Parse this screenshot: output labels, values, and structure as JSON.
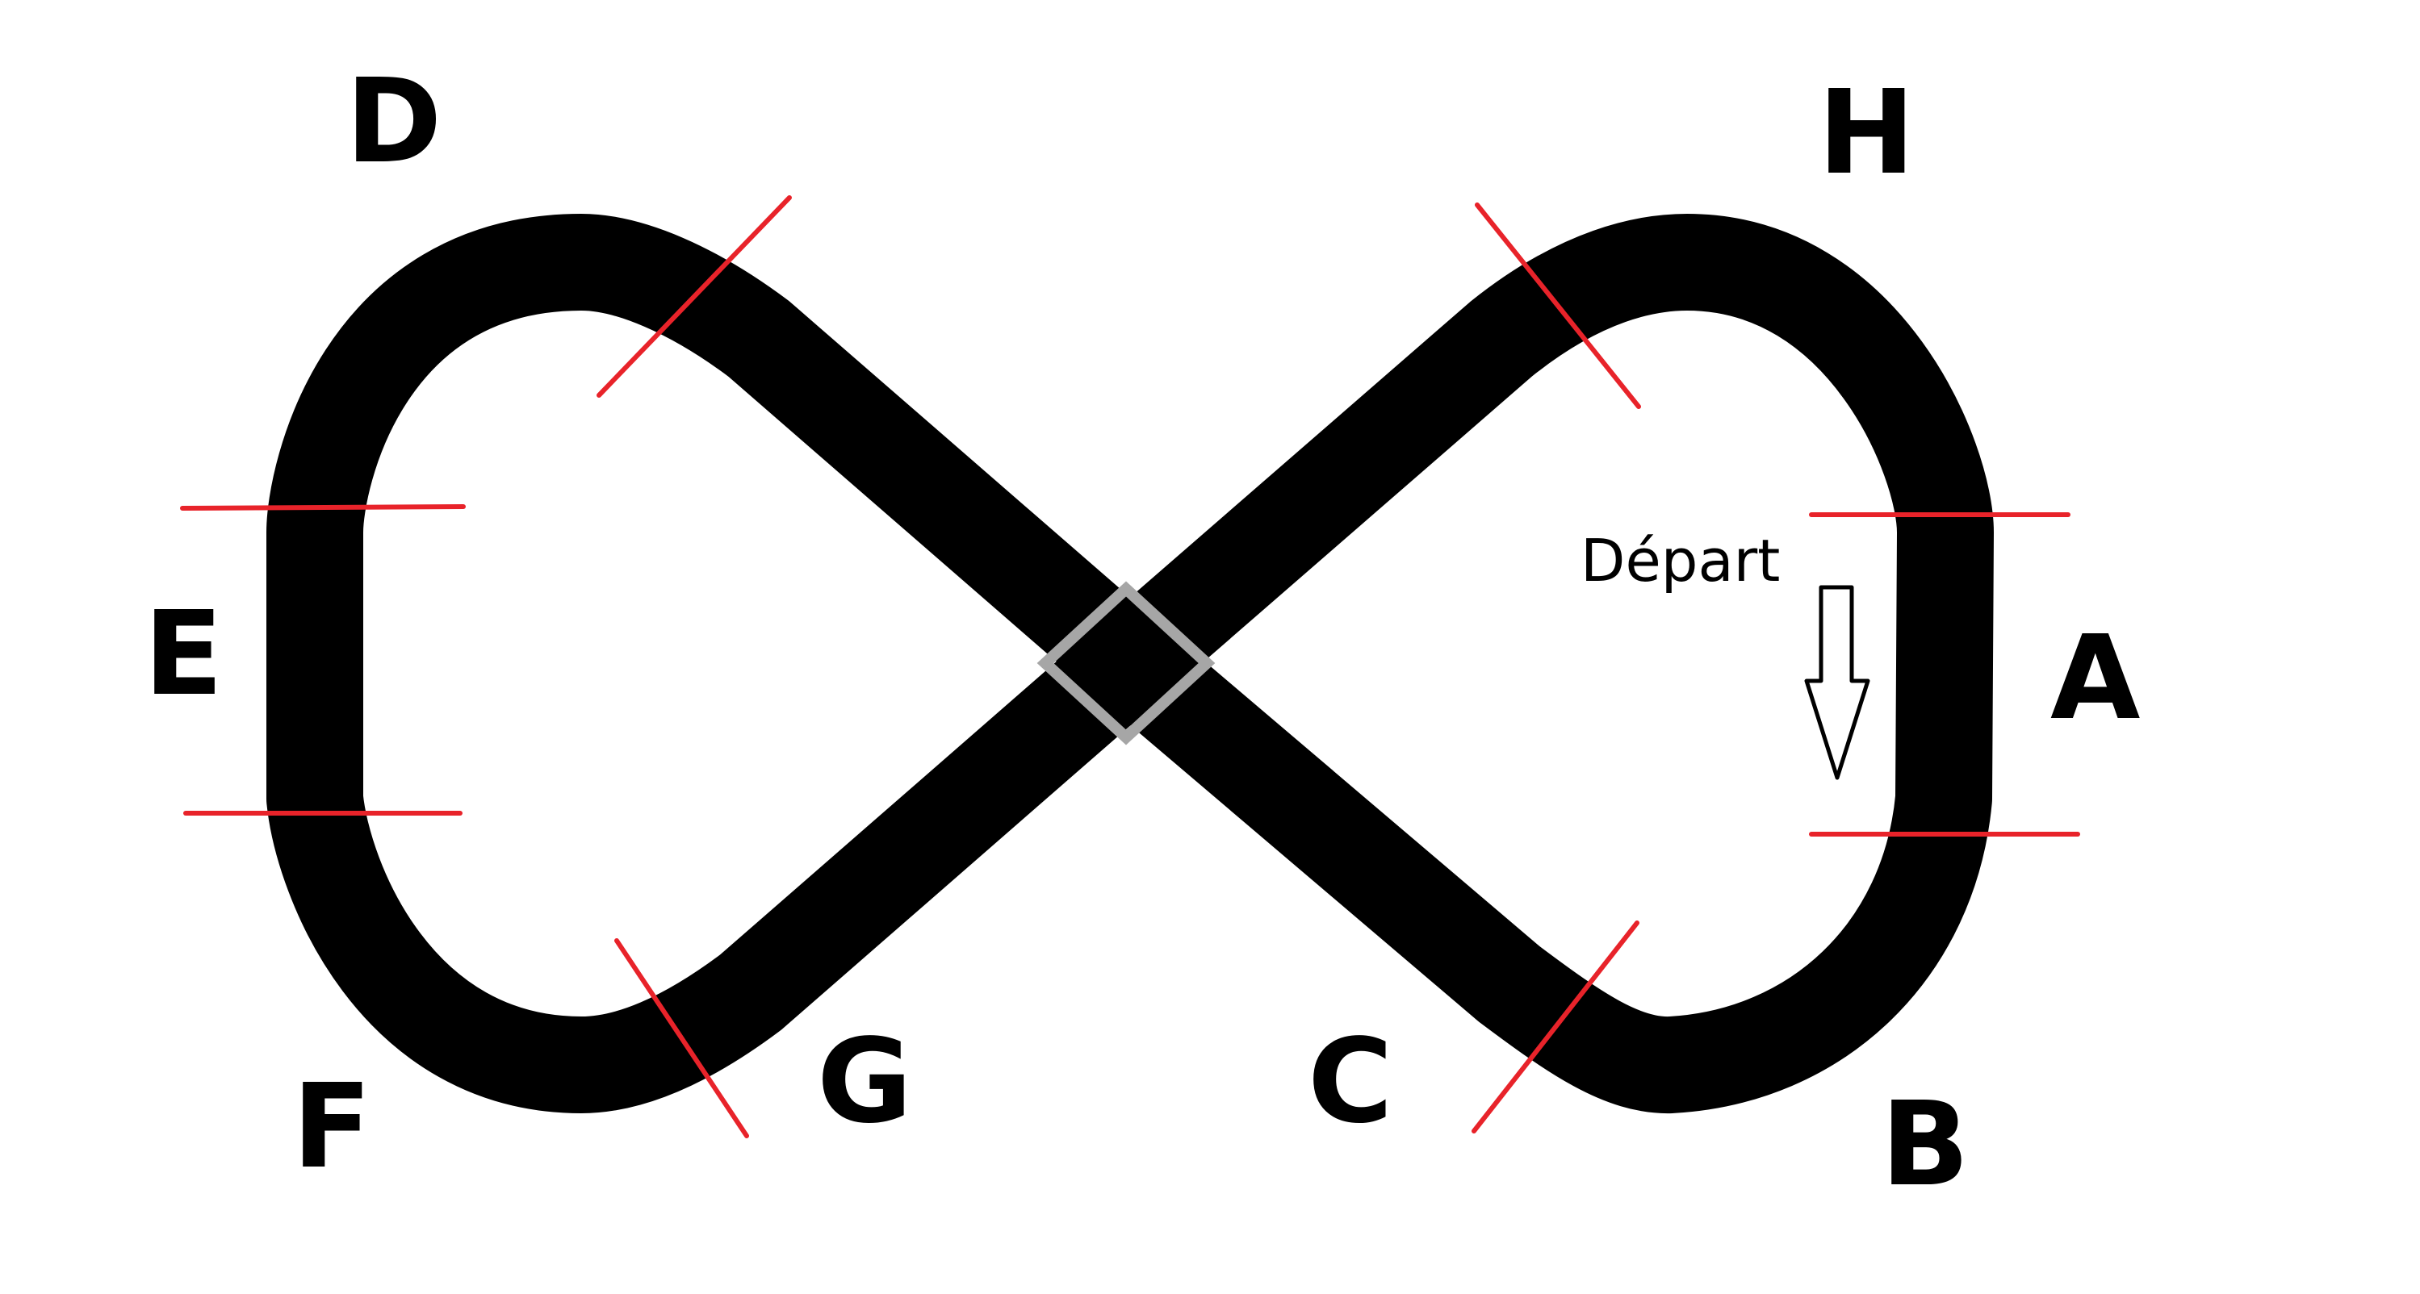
{
  "diagram": {
    "sectors": {
      "A": "A",
      "B": "B",
      "C": "C",
      "D": "D",
      "E": "E",
      "F": "F",
      "G": "G",
      "H": "H"
    },
    "start_label": "Départ"
  },
  "colors": {
    "track": "#000000",
    "sector_line": "#e8232a",
    "crossing_marker": "#a6a6a6",
    "background": "#ffffff"
  },
  "icons": {
    "start_direction": "down-arrow-icon"
  }
}
